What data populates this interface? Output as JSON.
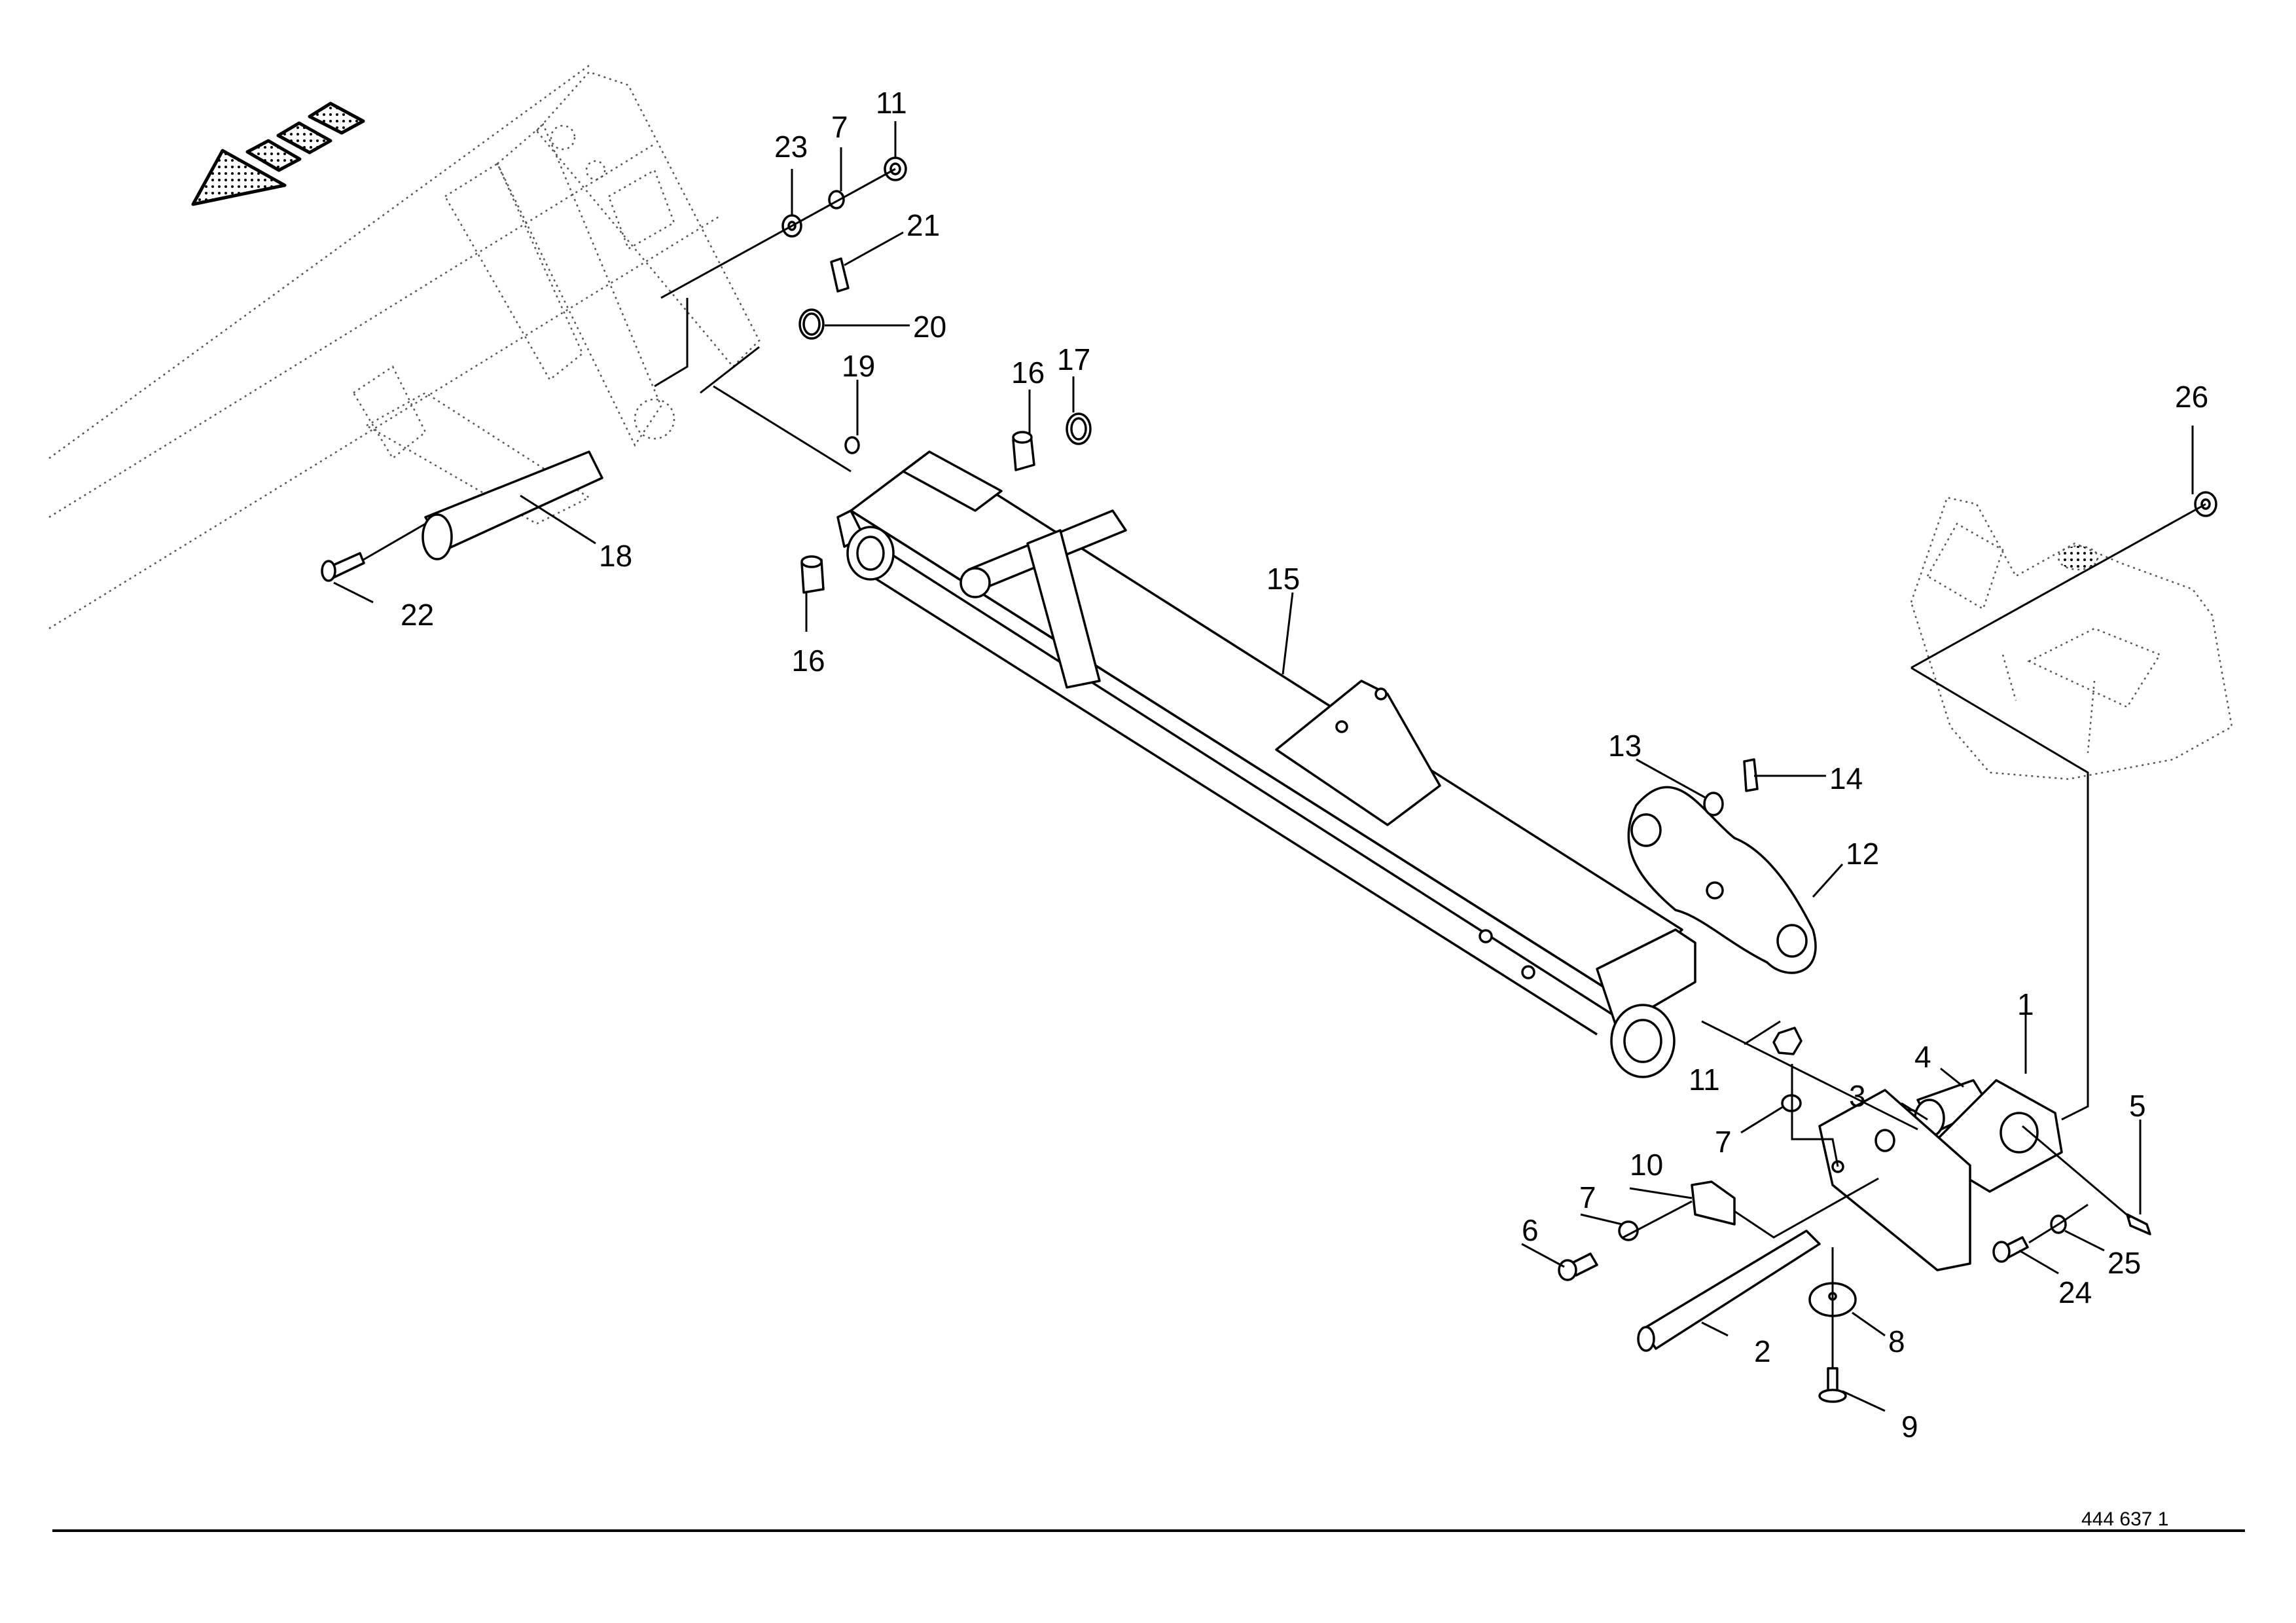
{
  "diagram": {
    "type": "exploded-parts-view",
    "document_number": "444 637 1",
    "direction_indicator": "travel-direction-arrow",
    "callouts": [
      {
        "id": "c1",
        "label": "1"
      },
      {
        "id": "c2",
        "label": "2"
      },
      {
        "id": "c3",
        "label": "3"
      },
      {
        "id": "c4",
        "label": "4"
      },
      {
        "id": "c5",
        "label": "5"
      },
      {
        "id": "c6",
        "label": "6"
      },
      {
        "id": "c7a",
        "label": "7"
      },
      {
        "id": "c7b",
        "label": "7"
      },
      {
        "id": "c7c",
        "label": "7"
      },
      {
        "id": "c8",
        "label": "8"
      },
      {
        "id": "c9",
        "label": "9"
      },
      {
        "id": "c10",
        "label": "10"
      },
      {
        "id": "c11a",
        "label": "11"
      },
      {
        "id": "c11b",
        "label": "11"
      },
      {
        "id": "c12",
        "label": "12"
      },
      {
        "id": "c13",
        "label": "13"
      },
      {
        "id": "c14",
        "label": "14"
      },
      {
        "id": "c15",
        "label": "15"
      },
      {
        "id": "c16a",
        "label": "16"
      },
      {
        "id": "c16b",
        "label": "16"
      },
      {
        "id": "c17",
        "label": "17"
      },
      {
        "id": "c18",
        "label": "18"
      },
      {
        "id": "c19",
        "label": "19"
      },
      {
        "id": "c20",
        "label": "20"
      },
      {
        "id": "c21",
        "label": "21"
      },
      {
        "id": "c22",
        "label": "22"
      },
      {
        "id": "c23",
        "label": "23"
      },
      {
        "id": "c24",
        "label": "24"
      },
      {
        "id": "c25",
        "label": "25"
      },
      {
        "id": "c26",
        "label": "26"
      }
    ]
  }
}
